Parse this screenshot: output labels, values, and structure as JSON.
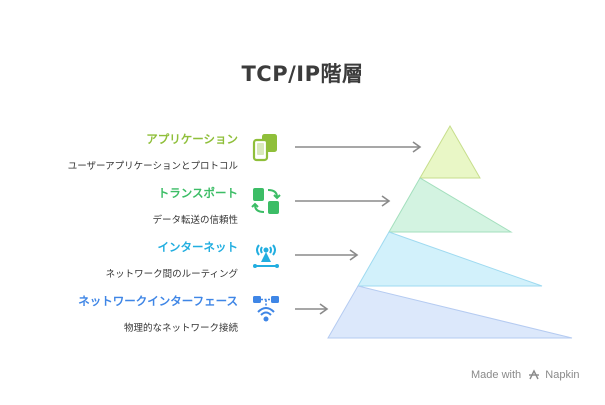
{
  "title": "TCP/IP階層",
  "layers": [
    {
      "name": "アプリケーション",
      "desc": "ユーザーアプリケーションとプロトコル",
      "color": "#8fbf3a",
      "fill": "#e9f7c6",
      "stroke": "#c7de8c",
      "icon": "mobile-apps-icon"
    },
    {
      "name": "トランスポート",
      "desc": "データ転送の信頼性",
      "color": "#3cbd66",
      "fill": "#d3f3e1",
      "stroke": "#a3dfbd",
      "icon": "transfer-cycle-icon"
    },
    {
      "name": "インターネット",
      "desc": "ネットワーク間のルーティング",
      "color": "#22aee0",
      "fill": "#d2f1fb",
      "stroke": "#9fdaf0",
      "icon": "antenna-signal-icon"
    },
    {
      "name": "ネットワークインターフェース",
      "desc": "物理的なネットワーク接続",
      "color": "#3f86e6",
      "fill": "#dce8fb",
      "stroke": "#b5cbf1",
      "icon": "network-interface-icon"
    }
  ],
  "watermark": {
    "prefix": "Made with",
    "brand": "Napkin"
  }
}
